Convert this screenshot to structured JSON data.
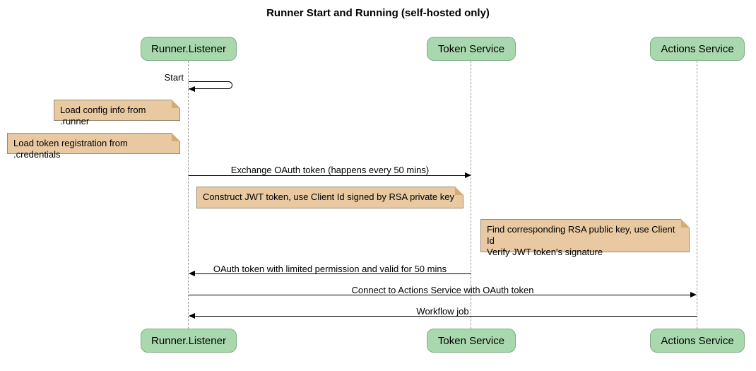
{
  "title": "Runner Start and Running (self-hosted only)",
  "participants": {
    "runner": "Runner.Listener",
    "token": "Token Service",
    "actions": "Actions Service"
  },
  "messages": {
    "start": "Start",
    "exchange": "Exchange OAuth token (happens every 50 mins)",
    "oauth_return": "OAuth token with limited permission and valid for 50 mins",
    "connect": "Connect to Actions Service with OAuth token",
    "workflow": "Workflow job"
  },
  "notes": {
    "load_config": "Load config info from .runner",
    "load_token": "Load token registration from .credentials",
    "construct_jwt": "Construct JWT token, use Client Id signed by RSA private key",
    "find_rsa": "Find corresponding RSA public key, use Client Id\nVerify JWT token's signature"
  },
  "colors": {
    "participant_fill": "#A9D8AE",
    "participant_border": "#7FAE85",
    "note_fill": "#E8C9A2",
    "note_border": "#998C75",
    "note_fold": "#D2AB76",
    "lifeline": "#999999",
    "arrow": "#000000"
  }
}
